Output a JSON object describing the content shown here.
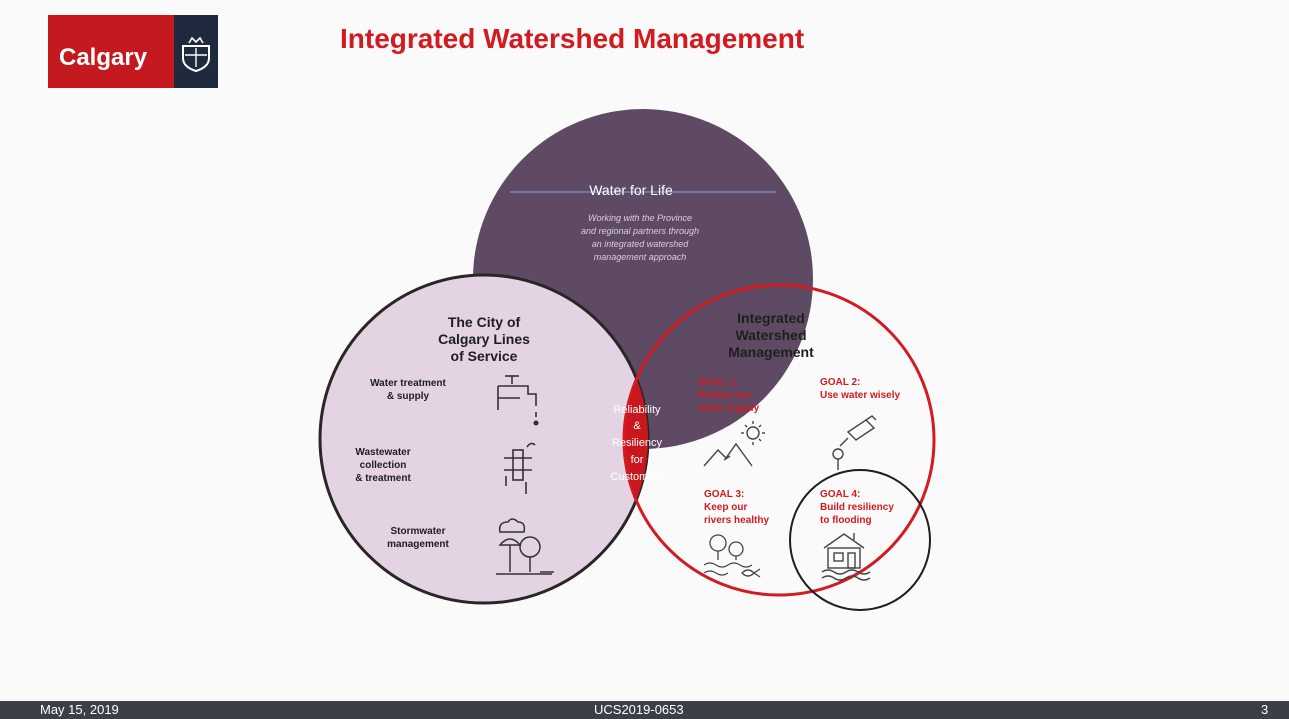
{
  "header": {
    "logo_text": "Calgary",
    "title": "Integrated Watershed Management"
  },
  "colors": {
    "brand_red": "#c41a1f",
    "title_red": "#d21a20",
    "brand_dark": "#1f2a3f",
    "water_for_life_purple": "#5e4b63",
    "lines_of_service_lilac": "#e3d3e3",
    "overlap_red": "#c8181e",
    "footer_bg": "#3b4048"
  },
  "diagram": {
    "water_for_life": {
      "title": "Water for Life",
      "lines": [
        "Working with the Province",
        "and regional partners through",
        "an integrated watershed",
        "management approach"
      ]
    },
    "lines_of_service": {
      "title_lines": [
        "The City of",
        "Calgary Lines",
        "of Service"
      ],
      "items": [
        {
          "lines": [
            "Water treatment",
            "& supply"
          ],
          "icon": "water-tap-icon"
        },
        {
          "lines": [
            "Wastewater",
            "collection",
            "& treatment"
          ],
          "icon": "wastewater-pipe-icon"
        },
        {
          "lines": [
            "Stormwater",
            "management"
          ],
          "icon": "stormwater-tree-icon"
        }
      ]
    },
    "overlap": {
      "lines": [
        "Reliability",
        "&",
        "Resiliency",
        "for",
        "Customers"
      ]
    },
    "iwm": {
      "title_lines": [
        "Integrated",
        "Watershed",
        "Management"
      ],
      "goals": [
        {
          "label": "GOAL 1:",
          "lines": [
            "Protect our",
            "water supply"
          ],
          "icon": "mountain-sun-icon"
        },
        {
          "label": "GOAL 2:",
          "lines": [
            "Use water wisely"
          ],
          "icon": "watering-can-icon"
        },
        {
          "label": "GOAL 3:",
          "lines": [
            "Keep our",
            "rivers healthy"
          ],
          "icon": "river-tree-fish-icon"
        },
        {
          "label": "GOAL 4:",
          "lines": [
            "Build resiliency",
            "to flooding"
          ],
          "icon": "flooded-house-icon"
        }
      ]
    }
  },
  "footer": {
    "date": "May 15, 2019",
    "code": "UCS2019-0653",
    "page": "3"
  }
}
